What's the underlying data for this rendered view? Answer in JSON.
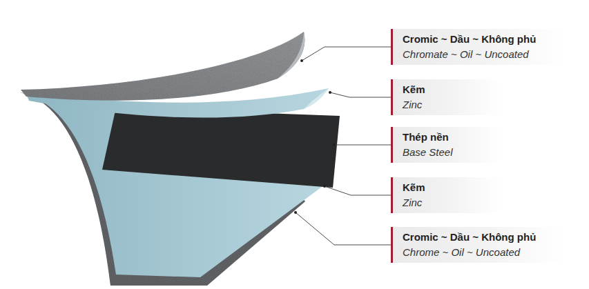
{
  "diagram": {
    "nodes": [
      {
        "text": [
          "Cromic ~ Dầu ~ Không phủ",
          "Chromate ~ Oil ~ Uncoated"
        ]
      },
      {
        "text": [
          "Kẽm",
          "Zinc"
        ]
      },
      {
        "text": [
          "Thép nền",
          "Base Steel"
        ]
      },
      {
        "text": [
          "Kẽm",
          "Zinc"
        ]
      },
      {
        "text": [
          "Cromic ~ Dầu ~ Không phủ",
          "Chrome ~ Oil ~ Uncoated"
        ]
      }
    ]
  }
}
